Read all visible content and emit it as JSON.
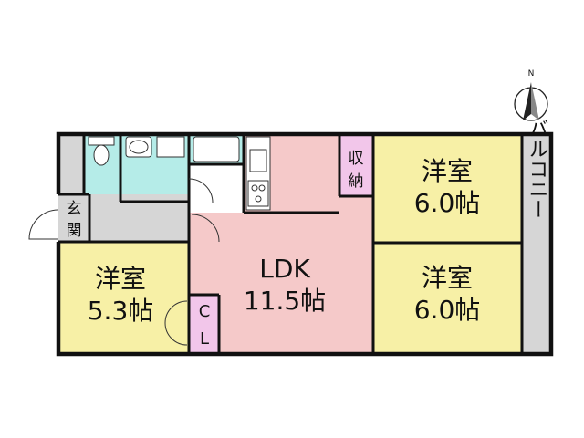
{
  "compass": {
    "north_label": "N"
  },
  "rooms": {
    "bedroom_top_right": {
      "type": "洋室",
      "size": "6.0帖"
    },
    "bedroom_bottom_right": {
      "type": "洋室",
      "size": "6.0帖"
    },
    "bedroom_left": {
      "type": "洋室",
      "size": "5.3帖"
    },
    "ldk": {
      "type": "LDK",
      "size": "11.5帖"
    },
    "storage": {
      "line1": "収",
      "line2": "納"
    },
    "entrance": {
      "line1": "玄",
      "line2": "関"
    },
    "closet": {
      "line1": "C",
      "line2": "L"
    },
    "balcony": {
      "label": "バルコニー"
    }
  },
  "colors": {
    "bedroom": "#f7f0a6",
    "ldk": "#f5c9c9",
    "wet_area": "#b5ece8",
    "storage": "#f2c6ea",
    "hall": "#d6d6d6",
    "balcony": "#d6d6d6",
    "wall": "#111111"
  }
}
